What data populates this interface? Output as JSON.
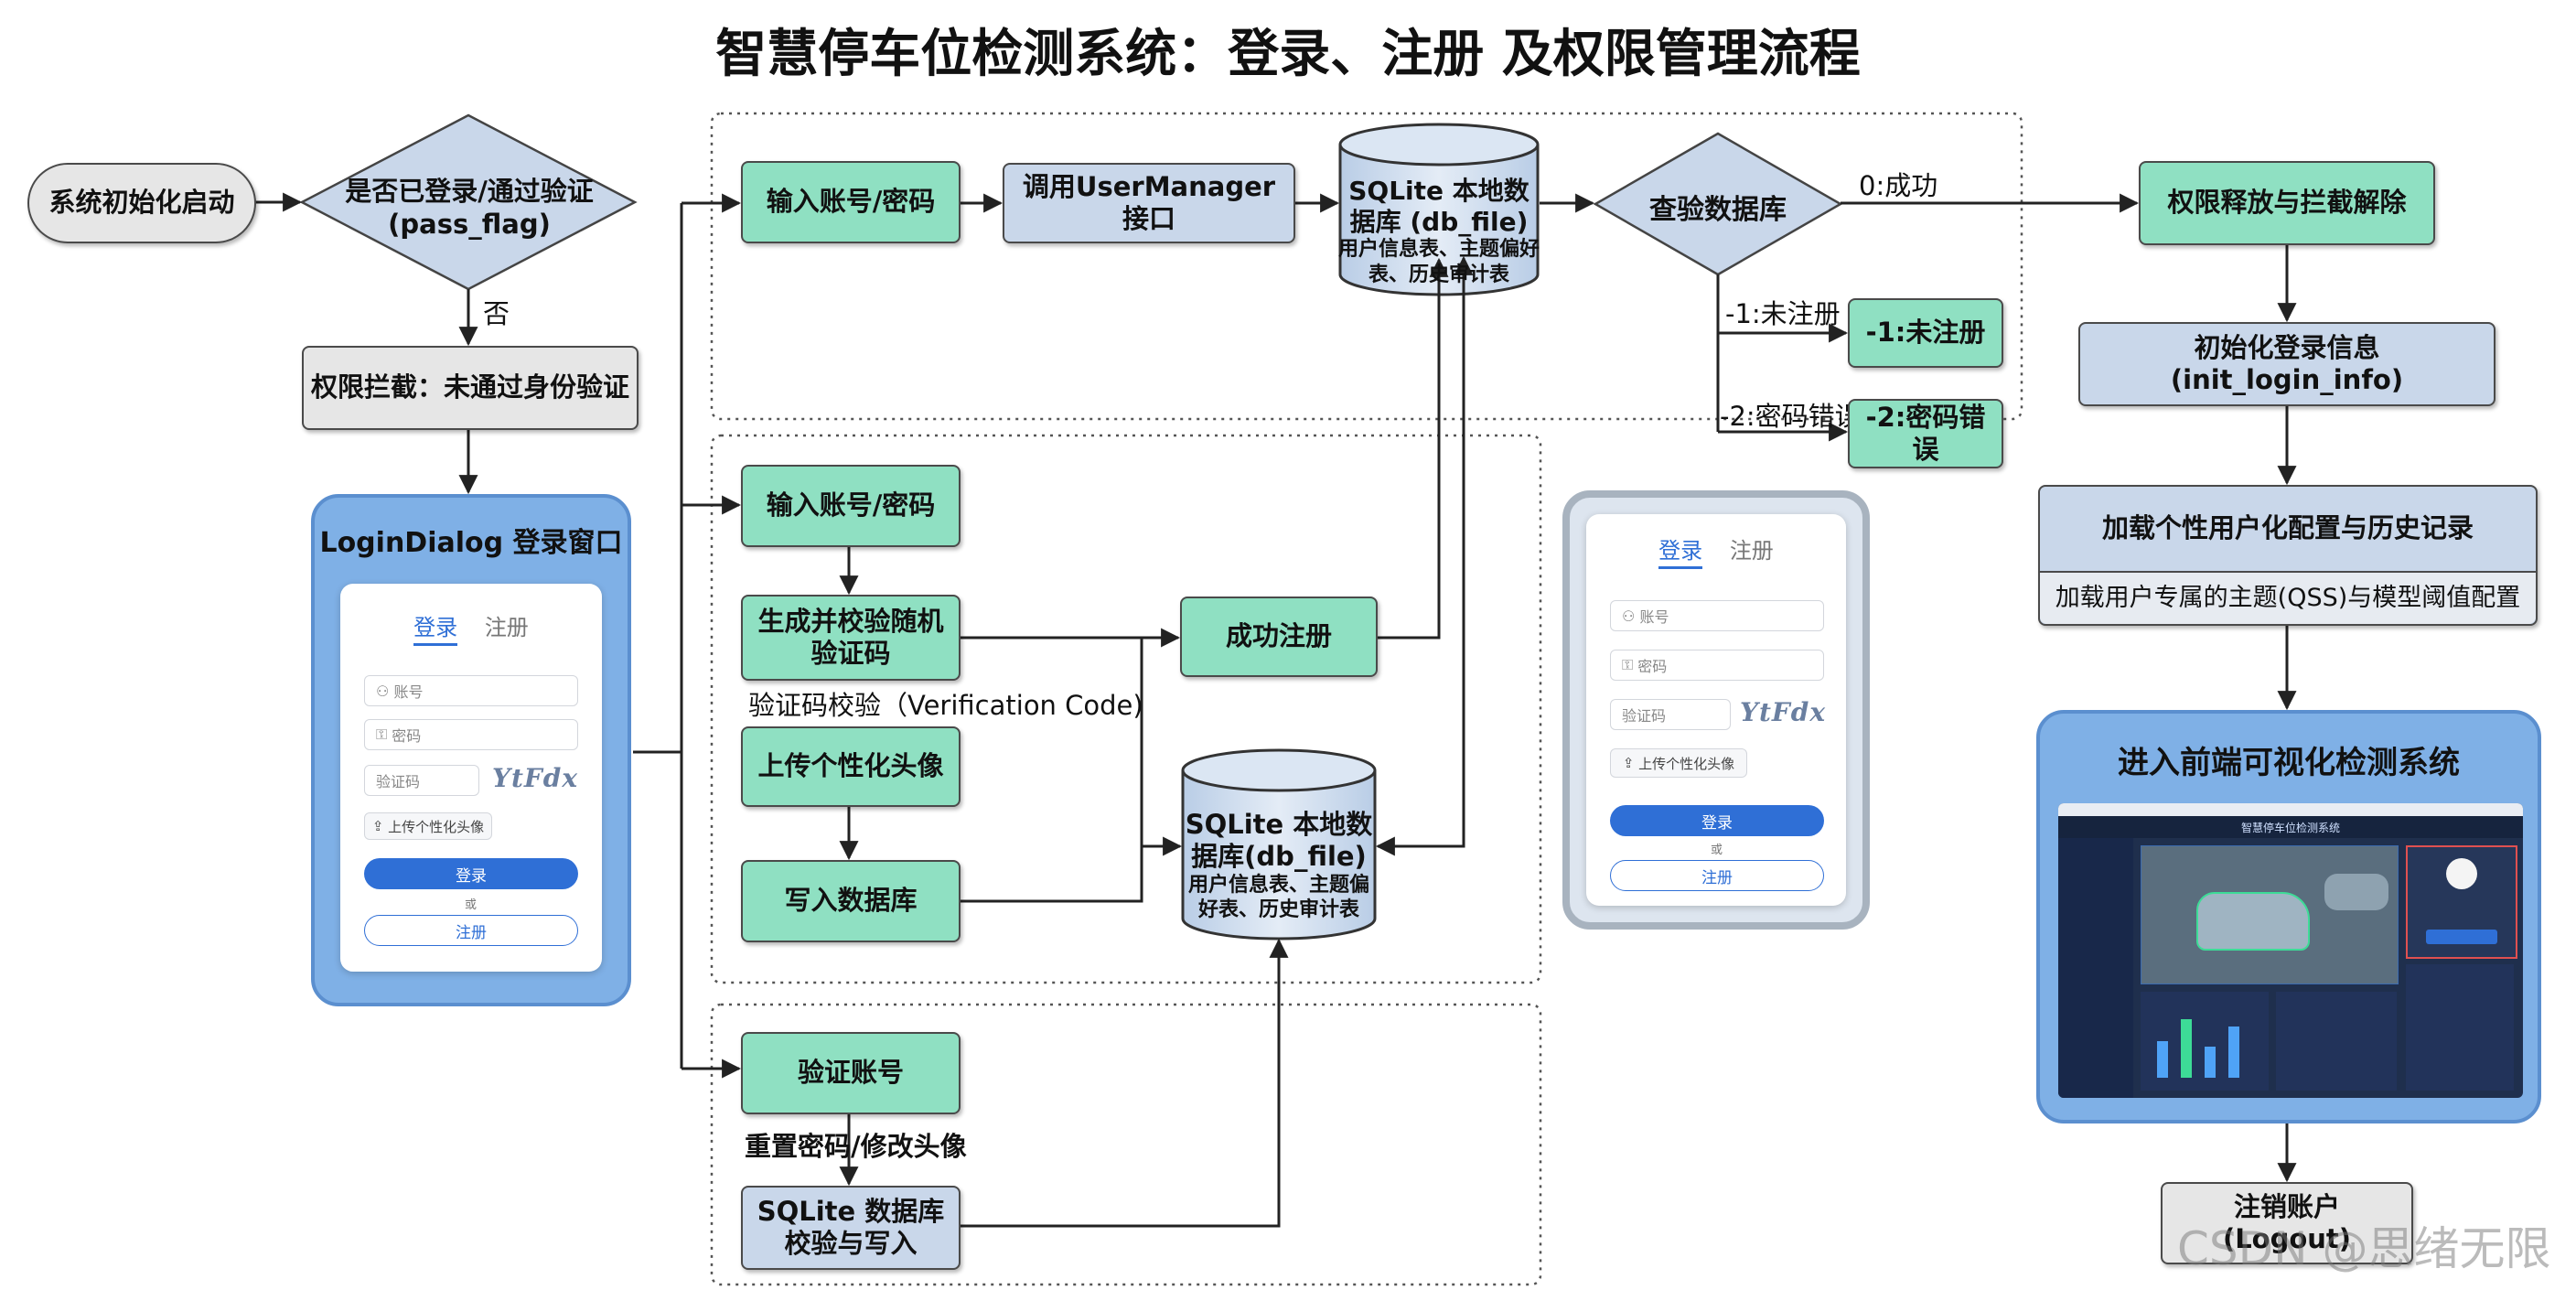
{
  "title": "智慧停车位检测系统：登录、注册 及权限管理流程",
  "nodes": {
    "start": "系统初始化启动",
    "decision": "是否已登录/通过验证 (pass_flag)",
    "no_label": "否",
    "block": "权限拦截：未通过身份验证",
    "login_window": "LoginDialog 登录窗口",
    "input_top": "输入账号/密码",
    "usermanager": "调用UserManager接口",
    "db_top_title": "SQLite 本地数据库 (db_file)",
    "db_top_sub": "用户信息表、主题偏好表、历史审计表",
    "check_db": "查验数据库",
    "success_label": "0:成功",
    "unreg_label": "-1:未注册",
    "unreg_box": "-1:未注册",
    "pwderr_label": "-2:密码错误",
    "pwderr_box": "-2:密码错误",
    "release": "权限释放与拦截解除",
    "init_info": "初始化登录信息(init_login_info)",
    "load_config": "加载个性用户化配置与历史记录",
    "load_config_sub": "加载用户专属的主题(QSS)与模型阈值配置",
    "enter_system": "进入前端可视化检测系统",
    "logout": "注销账户(Logout)",
    "input_mid": "输入账号/密码",
    "gen_code": "生成并校验随机验证码",
    "verify_label": "验证码校验（Verification Code)",
    "upload_avatar": "上传个性化头像",
    "write_db": "写入数据库",
    "reg_success": "成功注册",
    "db_mid_title": "SQLite 本地数据库(db_file)",
    "db_mid_sub": "用户信息表、主题偏好表、历史审计表",
    "verify_account": "验证账号",
    "reset_label": "重置密码/修改头像",
    "sqlite_write": "SQLite 数据库校验与写入"
  },
  "login_dialog": {
    "tab_login": "登录",
    "tab_register": "注册",
    "account_placeholder": "账号",
    "password_placeholder": "密码",
    "code_placeholder": "验证码",
    "captcha": "YtFdx",
    "upload_btn": "上传个性化头像",
    "login_btn": "登录",
    "or_text": "或",
    "register_btn": "注册"
  },
  "dashboard": {
    "title": "智慧停车位检测系统"
  },
  "watermark": "CSDN @思绪无限",
  "colors": {
    "green": "#8fe0c2",
    "blue": "#c9d7ea",
    "gray": "#e6e6e6",
    "accent": "#2f6fd6",
    "panel_blue": "#7fb0e6"
  }
}
